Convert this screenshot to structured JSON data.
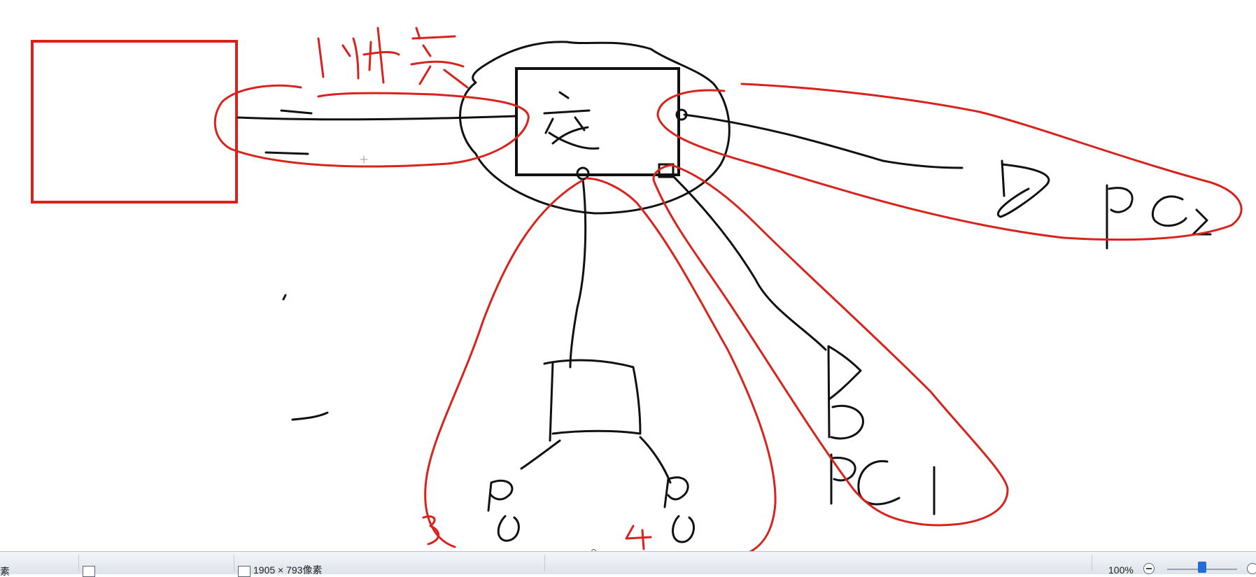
{
  "canvas": {
    "labels": {
      "collision": "1冲突",
      "switch_char": "交",
      "pc1": "PC1",
      "pc2": "PC2",
      "num3": "3",
      "num4": "4"
    }
  },
  "status_bar": {
    "left_text": "素",
    "image_size": "1905 × 793像素",
    "zoom_level": "100%",
    "zoom_percent": 100
  },
  "colors": {
    "red_ink": "#d8231c",
    "black_ink": "#111111"
  }
}
